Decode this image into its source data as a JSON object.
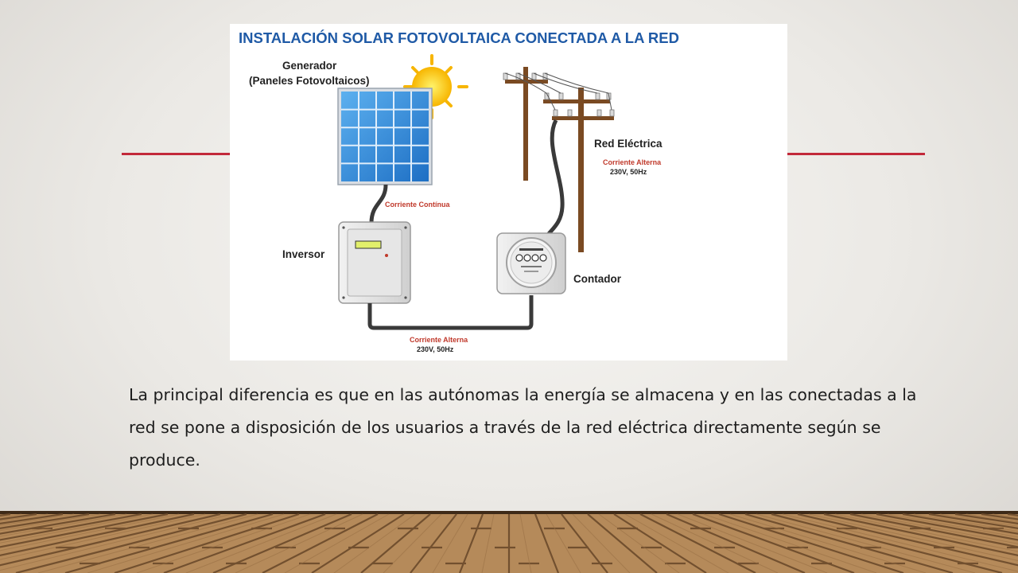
{
  "diagram": {
    "title": "INSTALACIÓN SOLAR FOTOVOLTAICA CONECTADA A LA RED",
    "generator_label_1": "Generador",
    "generator_label_2": "(Paneles Fotovoltaicos)",
    "red_label": "Red Eléctrica",
    "red_current_1": "Corriente Alterna",
    "red_current_2": "230V, 50Hz",
    "dc_label": "Corriente Contínua",
    "inverter_label": "Inversor",
    "meter_label": "Contador",
    "ac_label_1": "Corriente Alterna",
    "ac_label_2": "230V, 50Hz"
  },
  "caption": "La principal diferencia es que en las autónomas la energía se almacena y en las conectadas a la red se pone a disposición de los usuarios a través de la red eléctrica directamente según se produce.",
  "colors": {
    "title": "#1f5aa6",
    "accent_line": "#c2293a",
    "annotation": "#c0392b"
  }
}
